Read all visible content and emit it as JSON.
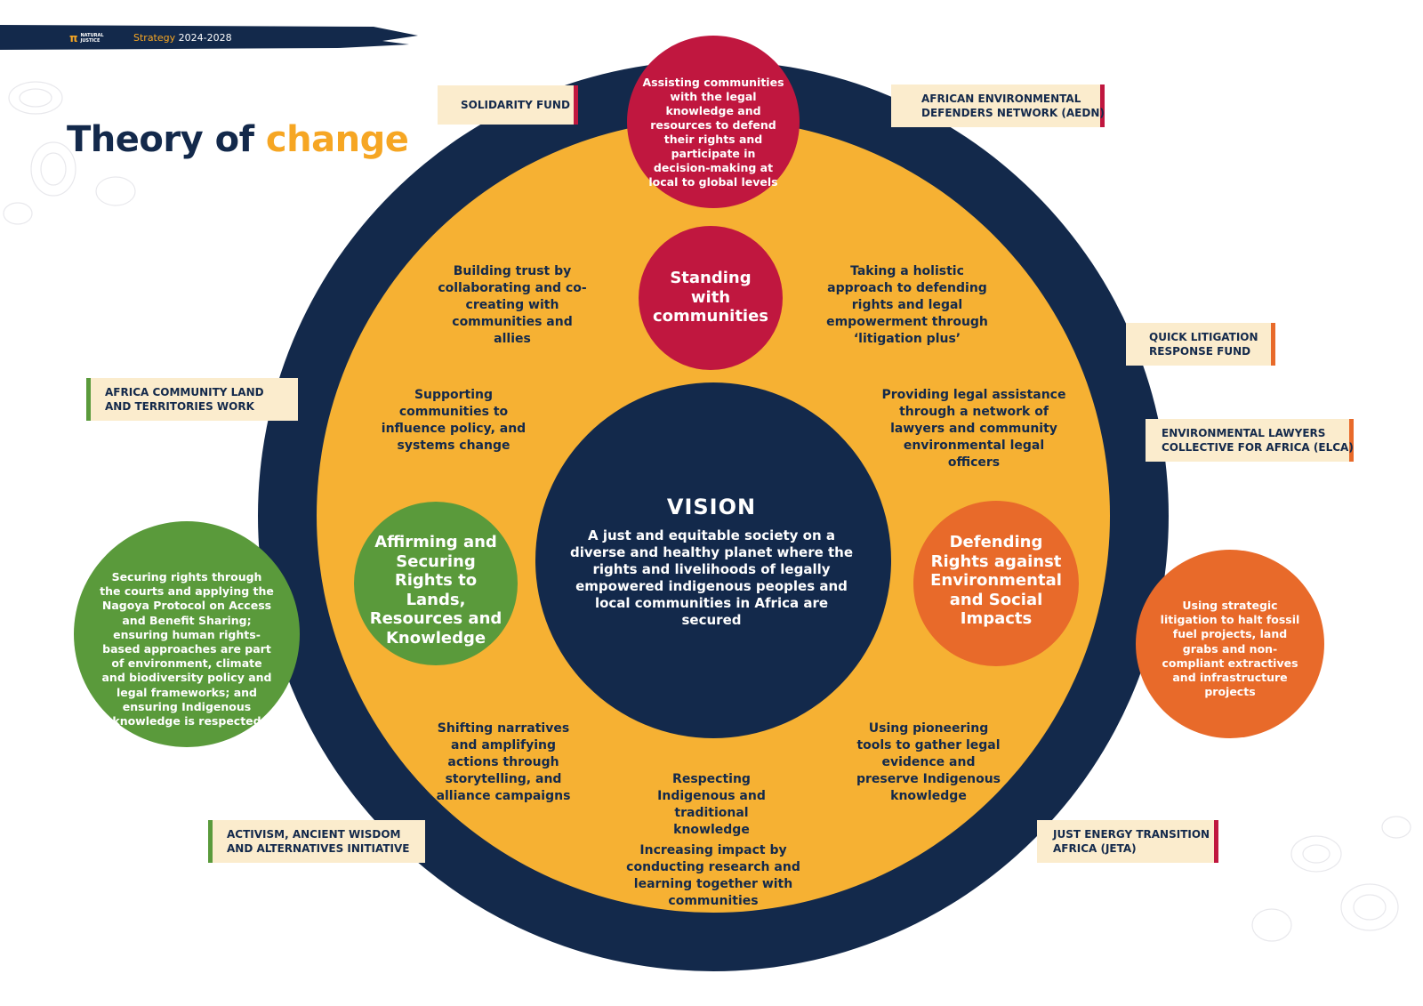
{
  "header": {
    "logo_text": "NATURAL JUSTICE",
    "strategy_word": "Strategy",
    "strategy_years": "2024-2028"
  },
  "title": {
    "part1": "Theory of",
    "part2": "change"
  },
  "vision": {
    "title": "VISION",
    "body": "A just and equitable society on a diverse and healthy planet where the rights and livelihoods of legally empowered indigenous peoples and local communities in Africa are secured"
  },
  "pillars": {
    "standing": "Standing with communities",
    "affirming": "Affirming and Securing Rights to Lands, Resources and Knowledge",
    "defending": "Defending Rights against Environmental and Social Impacts"
  },
  "outer_circles": {
    "top": "Assisting communities with the legal knowledge and resources to defend their rights and participate in decision-making at local to global levels",
    "left": "Securing rights through the courts and applying the Nagoya Protocol on Access and Benefit Sharing; ensuring human rights-based approaches are part of environment, climate and biodiversity policy and legal frameworks; and ensuring Indigenous knowledge is respected",
    "right": "Using strategic litigation to halt fossil fuel projects, land grabs and non-compliant extractives and infrastructure projects"
  },
  "ring_statements": {
    "trust": "Building trust by collaborating and co-creating with communities and allies",
    "holistic": "Taking a holistic approach to defending rights and legal empowerment through ‘litigation plus’",
    "influence": "Supporting communities to influence policy, and systems change",
    "assistance": "Providing legal assistance through a network of lawyers and community environmental legal officers",
    "narratives": "Shifting narratives and amplifying actions through storytelling, and alliance campaigns",
    "respecting": "Respecting Indigenous and traditional knowledge",
    "tools": "Using pioneering tools to gather legal evidence and preserve Indigenous knowledge",
    "research": "Increasing impact by conducting research and learning together with communities"
  },
  "tags": {
    "solidarity": "SOLIDARITY FUND",
    "aedn_1": "AFRICAN ENVIRONMENTAL",
    "aedn_2": "DEFENDERS NETWORK (AEDN)",
    "qlrf_1": "QUICK LITIGATION",
    "qlrf_2": "RESPONSE FUND",
    "elca_1": "ENVIRONMENTAL LAWYERS",
    "elca_2": "COLLECTIVE FOR AFRICA (ELCA)",
    "aclt_1": "AFRICA COMMUNITY LAND",
    "aclt_2": "AND TERRITORIES WORK",
    "aawa_1": "ACTIVISM, ANCIENT WISDOM",
    "aawa_2": "AND ALTERNATIVES INITIATIVE",
    "jeta_1": "JUST ENERGY TRANSITION",
    "jeta_2": "AFRICA (JETA)"
  },
  "colors": {
    "navy": "#13294b",
    "gold": "#f6b133",
    "crimson": "#c0173f",
    "green": "#5a9a3b",
    "orange": "#e86a2a",
    "cream": "#fbeccd"
  }
}
